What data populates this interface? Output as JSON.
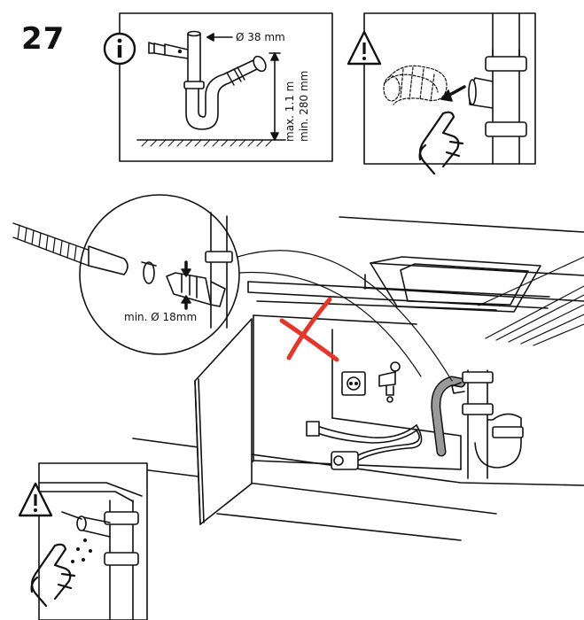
{
  "step": {
    "number": "27"
  },
  "info_panel": {
    "pipe_diameter_label": "Ø 38 mm",
    "height_max_label": "max. 1.1 m",
    "height_min_label": "min. 280 mm"
  },
  "detail_panel": {
    "hose_diameter_label": "min. Ø 18mm"
  },
  "icons": {
    "info": "info-circle-icon",
    "warning": "warning-triangle-icon",
    "pointing_hand": "pointing-hand-icon",
    "wrong": "red-cross-icon"
  },
  "colors": {
    "line": "#111111",
    "wrong_mark": "#e0382b",
    "hose_gray": "#9a9a9a"
  }
}
